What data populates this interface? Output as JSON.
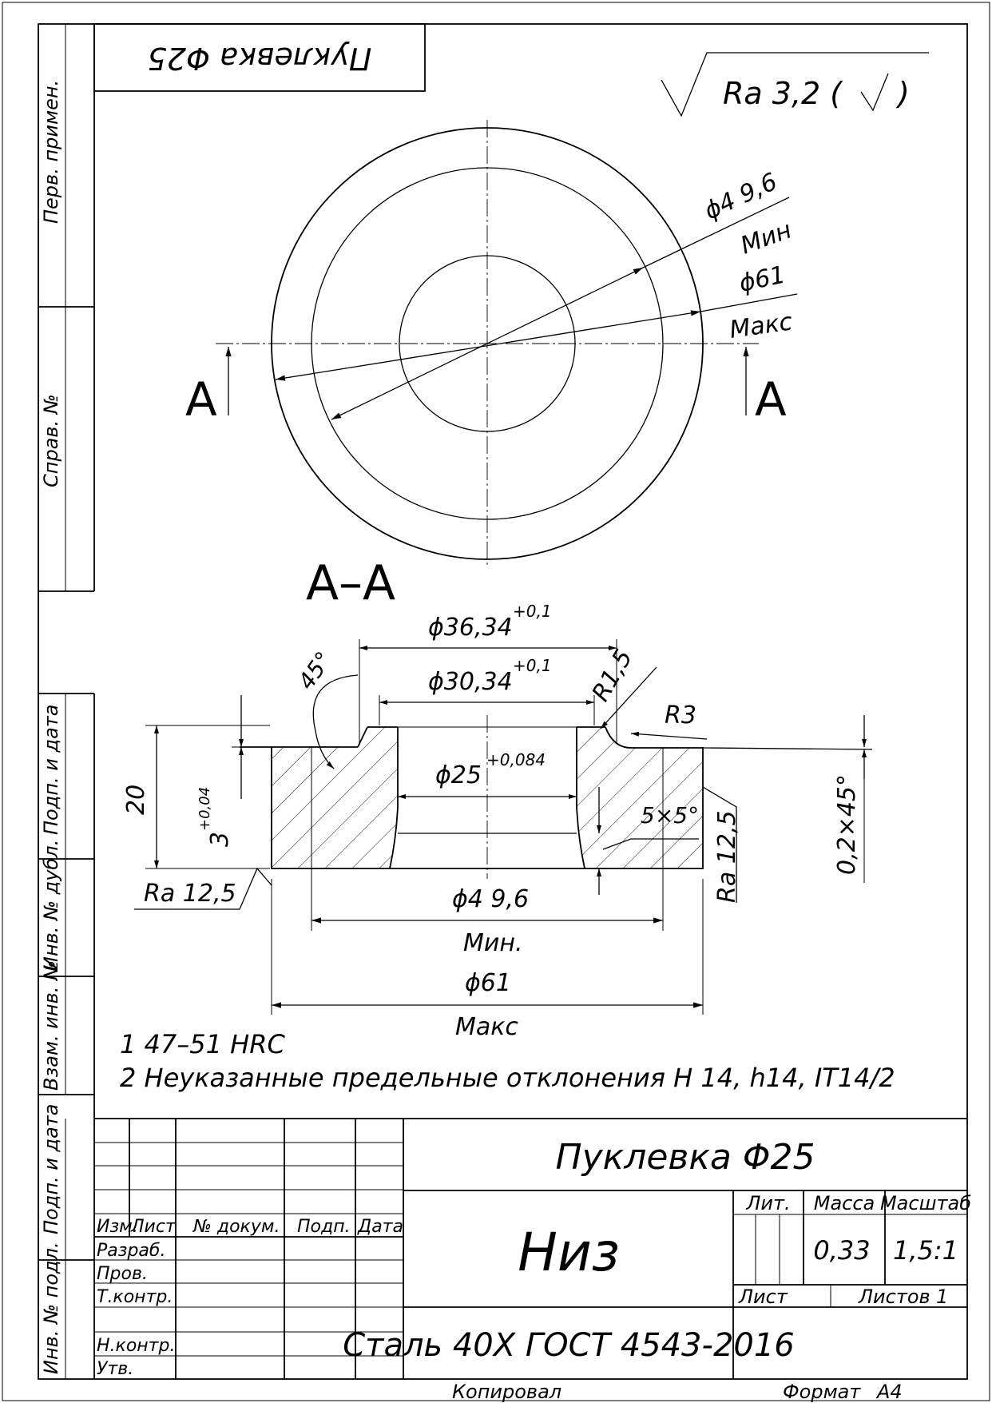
{
  "stamp": {
    "part_title_rotated": "Пуклевка Φ25"
  },
  "roughness": {
    "text": "Ra 3,2 (",
    "close": ")"
  },
  "side_column": {
    "perv_primen": "Перв. примен.",
    "sprav_no": "Справ. №",
    "podp_data_1": "Подп. и дата",
    "inv_no_dubl": "Инв. № дубл.",
    "vzam_inv_no": "Взам. инв. №",
    "podp_data_2": "Подп. и дата",
    "inv_no_podl": "Инв. № подл."
  },
  "top_view": {
    "section_letter_left": "А",
    "section_letter_right": "А",
    "dim_d1": "ϕ4 9,6",
    "dim_d1_note": "Мин",
    "dim_d2": "ϕ61",
    "dim_d2_note": "Макс"
  },
  "section": {
    "title": "А–А",
    "dim_top": "ϕ36,34",
    "dim_top_tol": "+0,1",
    "dim_mid": "ϕ30,34",
    "dim_mid_tol": "+0,1",
    "dim_bore": "ϕ25",
    "dim_bore_tol": "+0,084",
    "angle": "45°",
    "radius1": "R1,5",
    "radius2": "R3",
    "height": "20",
    "depth": "3",
    "depth_tol": "+0,04",
    "chamfer": "5×5°",
    "chamfer2": "0,2×45°",
    "ra_left": "Ra 12,5",
    "ra_right": "Ra 12,5",
    "dim_min": "ϕ4 9,6",
    "dim_min_note": "Мин.",
    "dim_max": "ϕ61",
    "dim_max_note": "Макс"
  },
  "notes": [
    "1  47–51 HRC",
    "2  Неуказанные предельные отклонения Н 14, h14, IT14/2"
  ],
  "title_block": {
    "name": "Пуклевка Φ25",
    "subtitle": "Низ",
    "material": "Сталь 40Х ГОСТ 4543-2016",
    "headers": {
      "izm": "Изм.",
      "list": "Лист",
      "doc": "№ докум.",
      "podp": "Подп.",
      "data": "Дата"
    },
    "roles": {
      "razrab": "Разраб.",
      "prov": "Пров.",
      "tkontr": "Т.контр.",
      "nkontr": "Н.контр.",
      "utv": "Утв."
    },
    "lit": "Лит.",
    "massa_label": "Масса",
    "masshtab_label": "Масштаб",
    "massa": "0,33",
    "masshtab": "1,5:1",
    "list_label": "Лист",
    "listov_label": "Листов",
    "listov": "1"
  },
  "footer": {
    "kopiroval": "Копировал",
    "format_label": "Формат",
    "format": "А4"
  }
}
